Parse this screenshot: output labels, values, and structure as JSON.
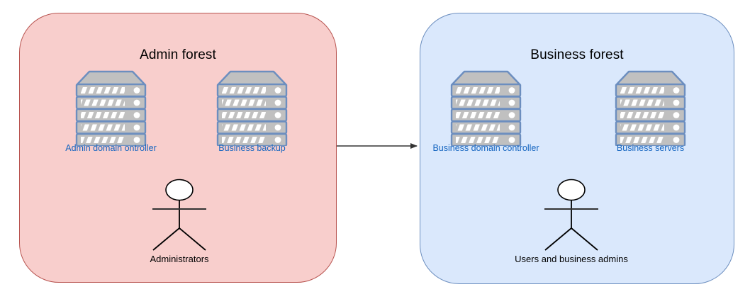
{
  "diagram": {
    "title": "Admin forest / Business forest trust diagram",
    "background": "#ffffff"
  },
  "colors": {
    "admin_fill": "#f8cecc",
    "admin_stroke": "#b85450",
    "business_fill": "#dae8fc",
    "business_stroke": "#6c8ebf",
    "server_body": "#c0c0c0",
    "server_stroke": "#6c8ebf",
    "label_blue": "#1565c0",
    "label_black": "#000000",
    "arrow": "#333333"
  },
  "forests": [
    {
      "id": "admin",
      "title": "Admin forest",
      "servers": [
        {
          "id": "admin-domain-controller",
          "label": "Admin domain ontroller",
          "icon": "server-stack-icon"
        },
        {
          "id": "business-backup",
          "label": "Business backup",
          "icon": "server-stack-icon"
        }
      ],
      "actor": {
        "id": "administrators",
        "label": "Administrators",
        "icon": "actor-stick-figure-icon"
      }
    },
    {
      "id": "business",
      "title": "Business forest",
      "servers": [
        {
          "id": "business-domain-controller",
          "label": "Business domain controller",
          "icon": "server-stack-icon"
        },
        {
          "id": "business-servers",
          "label": "Business servers",
          "icon": "server-stack-icon"
        }
      ],
      "actor": {
        "id": "users-and-business-admins",
        "label": "Users and business admins",
        "icon": "actor-stick-figure-icon"
      }
    }
  ],
  "connectors": [
    {
      "id": "admin-to-business",
      "from": "admin",
      "to": "business",
      "label": "",
      "style": "solid-arrow",
      "direction": "right"
    }
  ]
}
